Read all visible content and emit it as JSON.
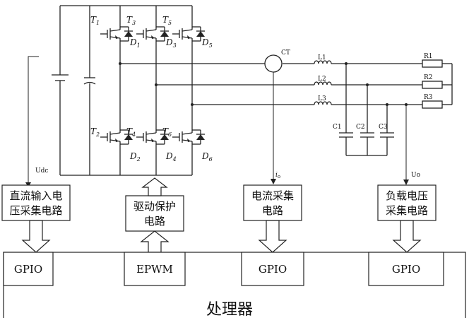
{
  "switches": [
    "T1",
    "T3",
    "T5",
    "T2",
    "T4",
    "T6"
  ],
  "diodes": [
    "D1",
    "D3",
    "D5",
    "D2",
    "D4",
    "D6"
  ],
  "sensor": "CT",
  "inductors": [
    "L1",
    "L2",
    "L3"
  ],
  "resistors": [
    "R1",
    "R2",
    "R3"
  ],
  "capacitors": [
    "C1",
    "C2",
    "C3"
  ],
  "signals": {
    "udc": "Udc",
    "io": "i",
    "io_sub": "o",
    "uo": "Uo"
  },
  "blocks": {
    "dc_voltage": [
      "直流输入电",
      "压采集电路"
    ],
    "drive": [
      "驱动保护",
      "电路"
    ],
    "current": [
      "电流采集",
      "电路"
    ],
    "load_voltage": [
      "负载电压",
      "采集电路"
    ]
  },
  "processor": {
    "ports": [
      "GPIO",
      "EPWM",
      "GPIO",
      "GPIO"
    ],
    "title": "处理器"
  }
}
